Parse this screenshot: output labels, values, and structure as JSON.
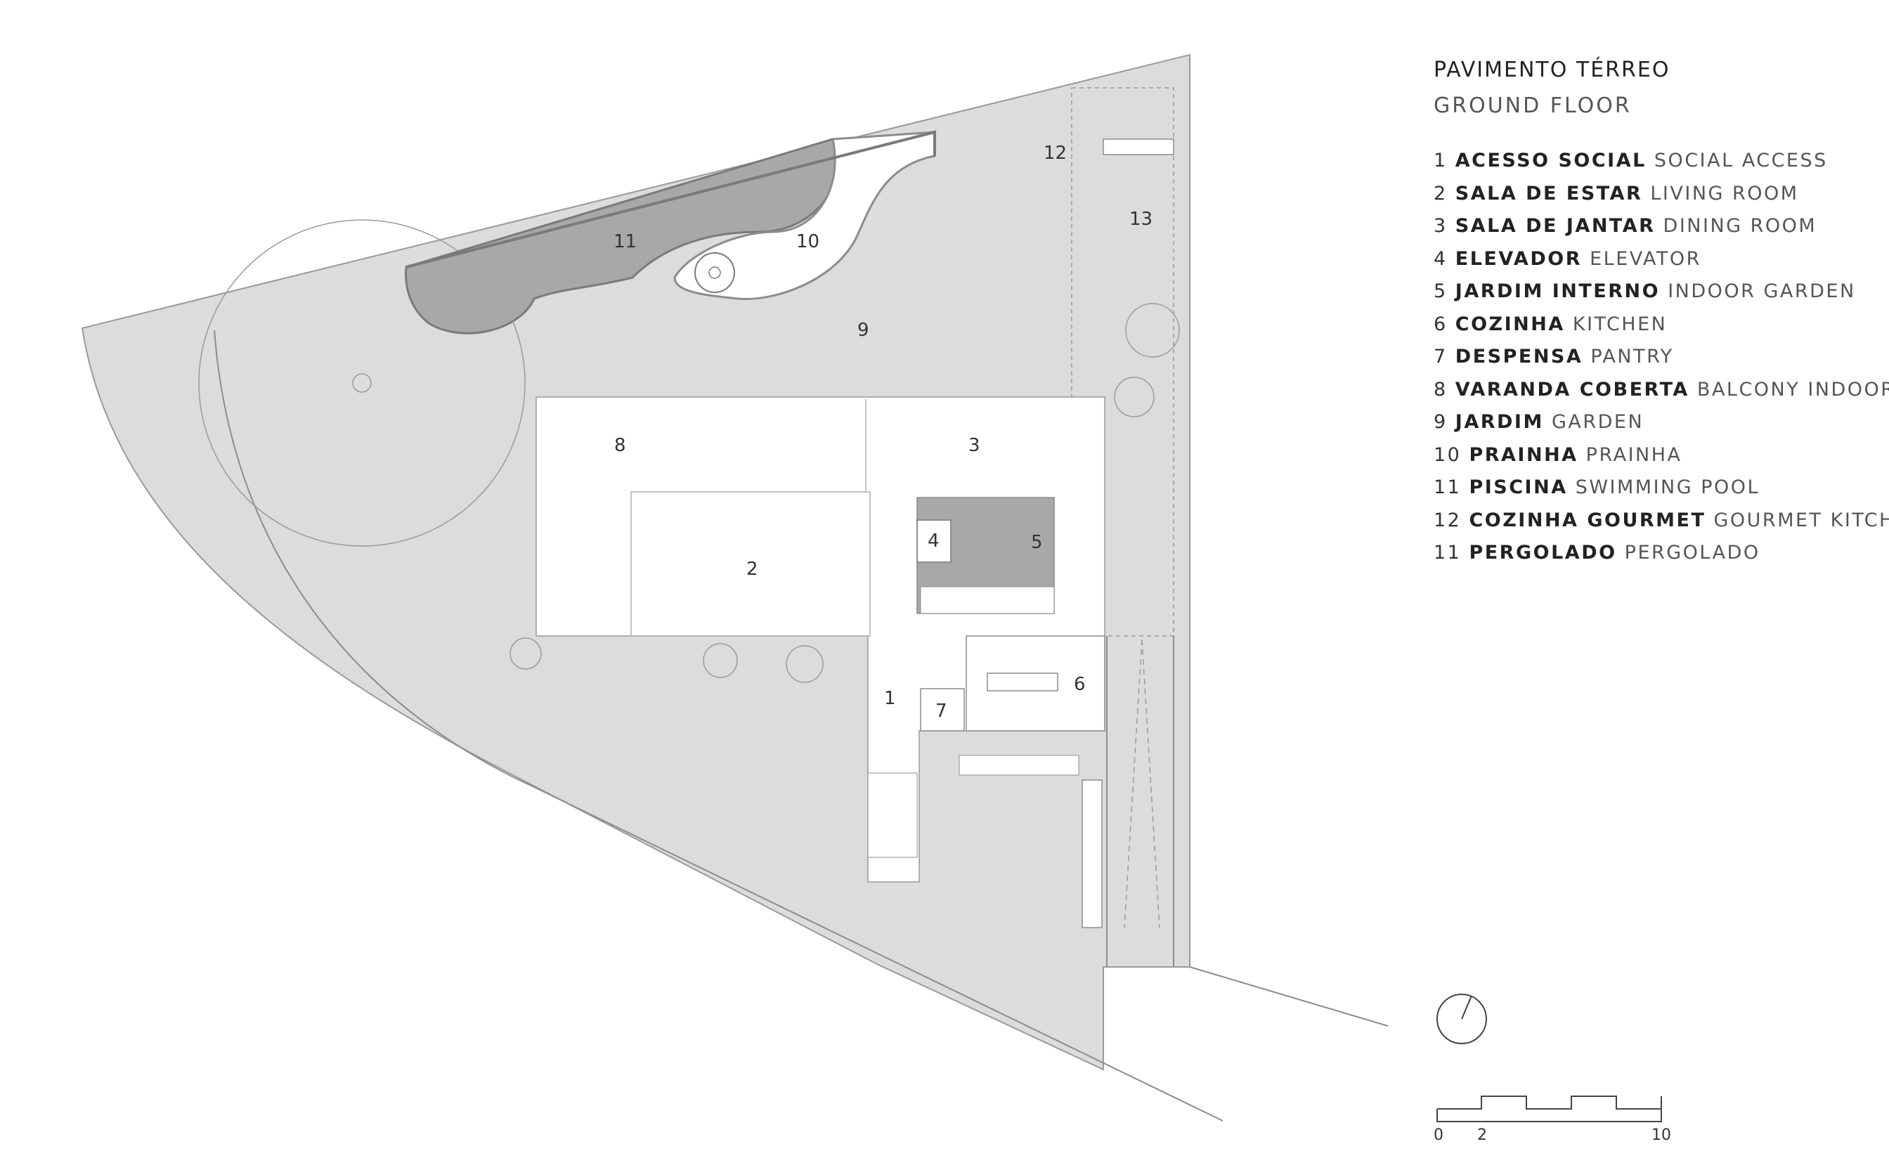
{
  "title": "PAVIMENTO TÉRREO",
  "subtitle": "GROUND FLOOR",
  "legend": [
    {
      "num": "1",
      "pt": "ACESSO SOCIAL",
      "en": "SOCIAL ACCESS"
    },
    {
      "num": "2",
      "pt": "SALA DE ESTAR",
      "en": "LIVING ROOM"
    },
    {
      "num": "3",
      "pt": "SALA DE JANTAR",
      "en": "DINING ROOM"
    },
    {
      "num": "4",
      "pt": "ELEVADOR",
      "en": "ELEVATOR"
    },
    {
      "num": "5",
      "pt": "JARDIM INTERNO",
      "en": "INDOOR GARDEN"
    },
    {
      "num": "6",
      "pt": "COZINHA",
      "en": "KITCHEN"
    },
    {
      "num": "7",
      "pt": "DESPENSA",
      "en": "PANTRY"
    },
    {
      "num": "8",
      "pt": "VARANDA COBERTA",
      "en": "BALCONY INDOOR"
    },
    {
      "num": "9",
      "pt": "JARDIM",
      "en": "GARDEN"
    },
    {
      "num": "10",
      "pt": "PRAINHA",
      "en": "PRAINHA"
    },
    {
      "num": "11",
      "pt": "PISCINA",
      "en": "SWIMMING POOL"
    },
    {
      "num": "12",
      "pt": "COZINHA GOURMET",
      "en": "GOURMET KITCHEN"
    },
    {
      "num": "11",
      "pt": "PERGOLADO",
      "en": "PERGOLADO"
    }
  ],
  "room_labels": {
    "r1": "1",
    "r2": "2",
    "r3": "3",
    "r4": "4",
    "r5": "5",
    "r6": "6",
    "r7": "7",
    "r8": "8",
    "r9": "9",
    "r10": "10",
    "r11": "11",
    "r12": "12",
    "r13": "13"
  },
  "scale": {
    "start": "0",
    "mid": "2",
    "end": "10"
  },
  "colors": {
    "garden": "#dcdcdc",
    "pool": "#a8a8a8",
    "line": "#8c8c8c",
    "building": "#ffffff"
  }
}
